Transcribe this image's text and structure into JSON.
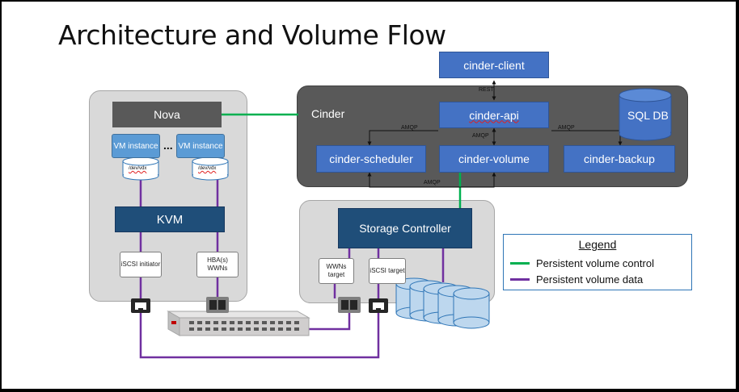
{
  "title": "Architecture and Volume Flow",
  "nova": {
    "label": "Nova",
    "vm_instance_1": "VM instance",
    "vm_instance_2": "VM instance",
    "ellipsis": "...",
    "dev_vdx_1": "/dev/vdx",
    "dev_vdx_2": "/dev/vdx",
    "kvm": "KVM",
    "iscsi_initiator": "iSCSI initiator",
    "hba_wwns": "HBA(s) WWNs"
  },
  "cinder": {
    "label": "Cinder",
    "client": "cinder-client",
    "api": "cinder-api",
    "scheduler": "cinder-scheduler",
    "volume": "cinder-volume",
    "backup": "cinder-backup",
    "sql_db": "SQL DB",
    "rest": "REST",
    "amqp_left": "AMQP",
    "amqp_mid": "AMQP",
    "amqp_right": "AMQP",
    "amqp_bottom": "AMQP"
  },
  "storage": {
    "controller": "Storage Controller",
    "wwns_target": "WWNs target",
    "iscsi_target": "iSCSI target"
  },
  "legend": {
    "title": "Legend",
    "control": "Persistent volume control",
    "data": "Persistent volume data"
  },
  "colors": {
    "control_line": "#00b050",
    "data_line": "#7030a0",
    "component_blue": "#4472c4",
    "component_navy": "#1f4e79",
    "disk_blue": "#bdd7ee"
  }
}
